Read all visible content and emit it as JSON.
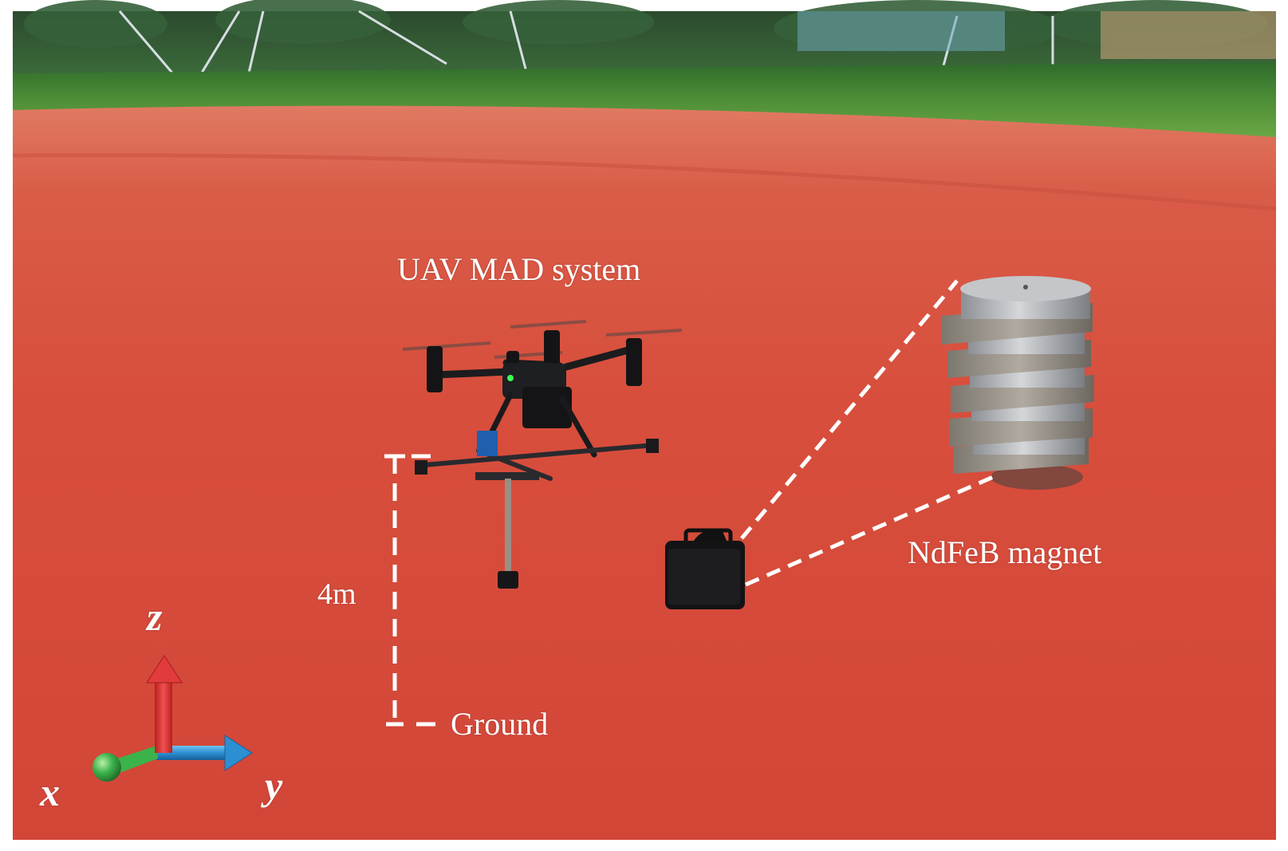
{
  "labels": {
    "uav_system": "UAV MAD system",
    "height": "4m",
    "ground": "Ground",
    "magnet": "NdFeB magnet"
  },
  "axes": {
    "z": "z",
    "x": "x",
    "y": "y"
  },
  "colors": {
    "track": "#d8493a",
    "grass": "#4f8f3a",
    "z_axis": "#e23b3b",
    "y_axis": "#2c8fd1",
    "x_axis": "#3cb34a"
  }
}
